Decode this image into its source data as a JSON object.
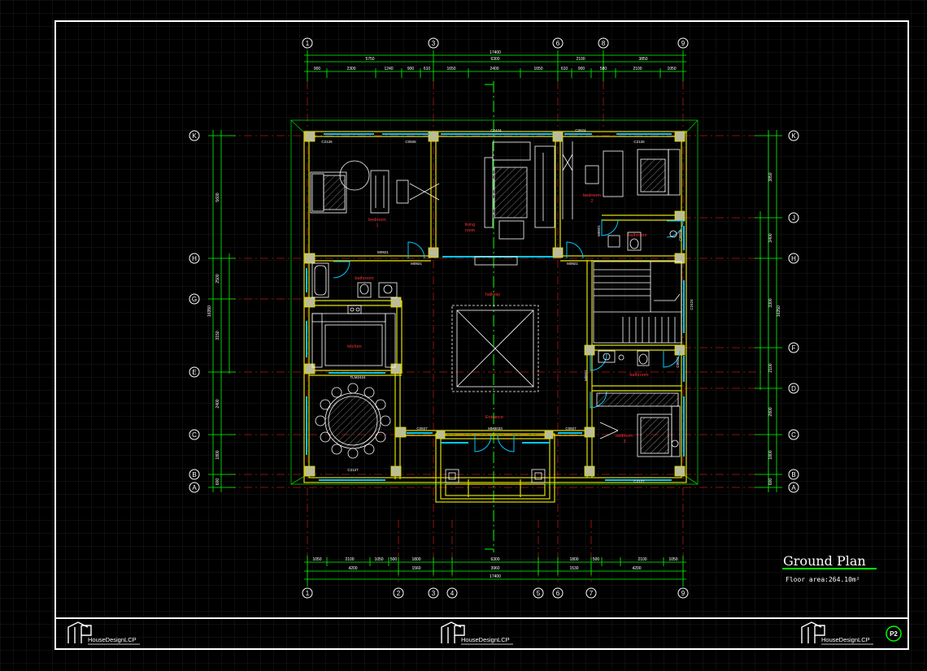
{
  "drawing": {
    "title": "Ground Plan",
    "area_text": "Floor area:264.10m²",
    "sheet_number": "P2",
    "brand": "HouseDesignLCP"
  },
  "grid": {
    "top_labels": [
      "1",
      "3",
      "6",
      "8",
      "9"
    ],
    "bottom_labels": [
      "1",
      "2",
      "3",
      "4",
      "5",
      "6",
      "7",
      "9"
    ],
    "left_labels": [
      "K",
      "H",
      "G",
      "E",
      "C",
      "B",
      "A"
    ],
    "right_labels": [
      "K",
      "J",
      "H",
      "F",
      "D",
      "C",
      "B",
      "A"
    ]
  },
  "dimensions": {
    "top_total": "17400",
    "top_row2": [
      "5750",
      "6300",
      "2100",
      "3850"
    ],
    "top_row3": [
      "900",
      "2300",
      "1240",
      "900",
      "610",
      "1650",
      "2400",
      "1650",
      "610",
      "900",
      "580",
      "2100",
      "1050"
    ],
    "bottom_total": "17400",
    "bottom_row1": [
      "1050",
      "2100",
      "1050",
      "500",
      "1800",
      "6300",
      "1800",
      "500",
      "2100",
      "1050"
    ],
    "bottom_row2": [
      "4200",
      "1560",
      "3960",
      "1530",
      "4200"
    ],
    "left_total": "16350",
    "left_row": [
      "5600",
      "2500",
      "3150",
      "2400",
      "1800",
      "600"
    ],
    "right_total": "16350",
    "right_row": [
      "3850",
      "3400",
      "3300",
      "2100",
      "2800",
      "1800",
      "600"
    ]
  },
  "rooms": {
    "bedroom1": "bedroom",
    "bedroom1_num": "1",
    "living": "living",
    "living2": "room",
    "bedroom2": "bedroom",
    "bedroom2_num": "2",
    "bathroom1": "bathroom",
    "bathroom2": "bathroom",
    "bathroom3": "bathroom",
    "kitchen": "kitchen",
    "hallway": "hallway",
    "entrance": "Entrance",
    "bedroom3": "bedroom",
    "bedroom3_num": "3"
  },
  "tags": {
    "c2126_a": "C2126",
    "c0926_a": "C0926",
    "c2424": "C2424",
    "c0924": "C0924",
    "c2126_b": "C2126",
    "m0921_a": "M0921",
    "m0921_b": "M0921",
    "m0921_c": "M0921",
    "m0921_d": "M0921",
    "c0924_b": "C0924",
    "c2424_b": "C2424",
    "c0924_c": "C0924",
    "tlm2424": "TLM2424",
    "c0927_a": "C0927",
    "m3033": "MM3033",
    "c0927_b": "C0927",
    "c2127_a": "C2127",
    "c2127_b": "C2127",
    "m0921_e": "M0921"
  },
  "colors": {
    "grid": "#1b1b1b",
    "frame": "#ffffff",
    "wall": "#e0e000",
    "dim": "#00ff00",
    "axis": "#ff3030",
    "window": "#00c8ff",
    "furniture": "#ffffff",
    "label": "#ff3030"
  }
}
